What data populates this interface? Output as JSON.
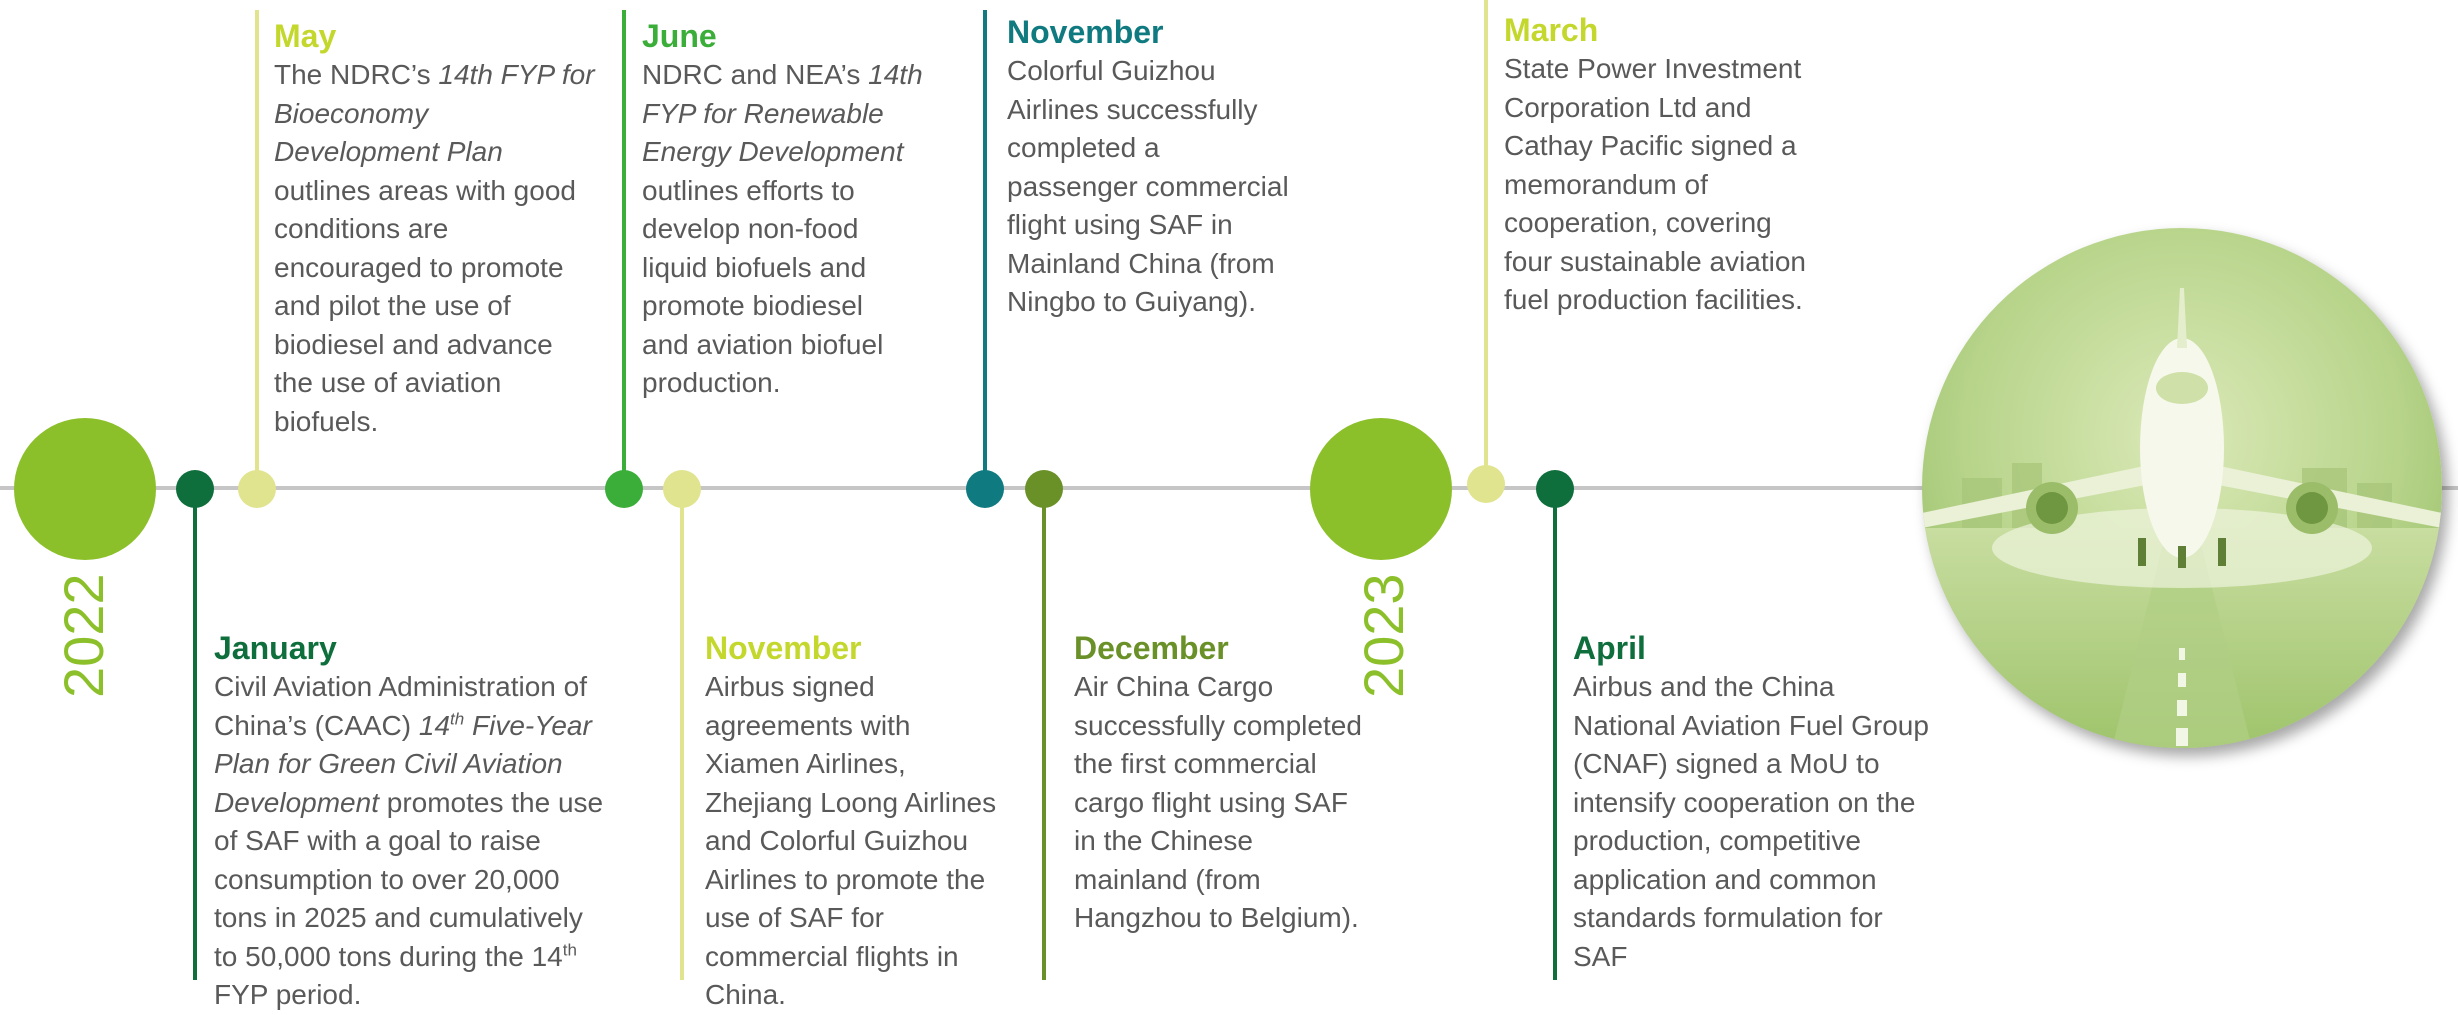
{
  "years": [
    {
      "label": "2022"
    },
    {
      "label": "2023"
    }
  ],
  "colors": {
    "axis": "#c6c6c6",
    "year": "#8cc02b",
    "dark_green": "#0e6e3c",
    "light_green": "#e0e48f",
    "teal": "#0f7a7f",
    "olive": "#6a9028",
    "bright_green": "#3aae38",
    "yellow_green": "#c3d72c"
  },
  "events": [
    {
      "id": "jan-2022",
      "month": "January",
      "month_color": "#0e6e3c",
      "lines": [
        "Civil Aviation Administration of",
        "China’s (CAAC) <i>14<sup>th</sup> Five-Year</i>",
        "<i>Plan for Green Civil Aviation</i>",
        "<i>Development</i> promotes the use",
        "of SAF with a goal to raise",
        "consumption to over 20,000",
        "tons in 2025 and cumulatively",
        "to 50,000 tons during the 14<sup>th</sup>",
        "FYP period."
      ]
    },
    {
      "id": "may-2022",
      "month": "May",
      "month_color": "#c3d72c",
      "lines": [
        "The NDRC’s <i>14th FYP for</i>",
        "<i>Bioeconomy</i>",
        "<i>Development Plan</i>",
        "outlines areas with good",
        "conditions are",
        "encouraged to promote",
        "and pilot the use of",
        "biodiesel and advance",
        "the use of aviation",
        "biofuels."
      ]
    },
    {
      "id": "jun-2022",
      "month": "June",
      "month_color": "#3aae38",
      "lines": [
        "NDRC and NEA’s <i>14th</i>",
        "<i>FYP for Renewable</i>",
        "<i>Energy Development</i>",
        "outlines efforts to",
        "develop non-food",
        "liquid biofuels and",
        "promote biodiesel",
        "and aviation biofuel",
        "production."
      ]
    },
    {
      "id": "nov-2022-a",
      "month": "November",
      "month_color": "#c3d72c",
      "lines": [
        "Airbus signed",
        "agreements with",
        "Xiamen Airlines,",
        "Zhejiang Loong Airlines",
        "and Colorful Guizhou",
        "Airlines to promote the",
        "use of SAF for",
        "commercial flights in",
        "China."
      ]
    },
    {
      "id": "nov-2022-b",
      "month": "November",
      "month_color": "#0f7a7f",
      "lines": [
        "Colorful Guizhou",
        "Airlines successfully",
        "completed a",
        "passenger commercial",
        "flight using SAF in",
        "Mainland China (from",
        "Ningbo to Guiyang)."
      ]
    },
    {
      "id": "dec-2022",
      "month": "December",
      "month_color": "#6a9028",
      "lines": [
        "Air China Cargo",
        "successfully completed",
        "the first commercial",
        "cargo flight using SAF",
        "in the Chinese",
        "mainland (from",
        "Hangzhou to Belgium)."
      ]
    },
    {
      "id": "mar-2023",
      "month": "March",
      "month_color": "#c3d72c",
      "lines": [
        "State Power Investment",
        "Corporation Ltd and",
        "Cathay Pacific signed a",
        "memorandum of",
        "cooperation, covering",
        "four sustainable aviation",
        "fuel production facilities."
      ]
    },
    {
      "id": "apr-2023",
      "month": "April",
      "month_color": "#0e6e3c",
      "lines": [
        "Airbus and the China",
        "National Aviation Fuel Group",
        "(CNAF) signed a MoU to",
        "intensify cooperation on the",
        "production, competitive",
        "application and common",
        "standards formulation for",
        "SAF"
      ]
    }
  ]
}
